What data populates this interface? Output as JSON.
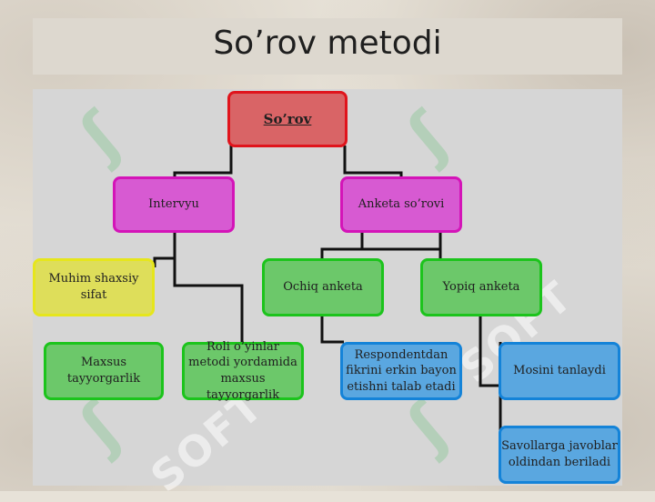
{
  "slide": {
    "title": "So’rov metodi"
  },
  "diagram": {
    "root": "So’rov",
    "level1": {
      "left": "Intervyu",
      "right": "Anketa so’rovi"
    },
    "intervyu_children": {
      "a": "Muhim shaxsiy sifat",
      "b": "Maxsus tayyorgarlik",
      "c": "Roli o’yinlar metodi yordamida maxsus tayyorgarlik"
    },
    "anketa_children": {
      "open": "Ochiq anketa",
      "closed": "Yopiq anketa"
    },
    "open_children": {
      "a": "Respondentdan fikrini erkin bayon etishni talab etadi"
    },
    "closed_children": {
      "a": "Mosini tanlaydi",
      "b": "Savollarga javoblar oldindan beriladi"
    }
  },
  "watermark": "SOFT",
  "colors": {
    "root": "#d96466",
    "interview": "#d75ad2",
    "quality": "#dede5a",
    "green": "#6cc86a",
    "blue": "#5aa7e0"
  }
}
